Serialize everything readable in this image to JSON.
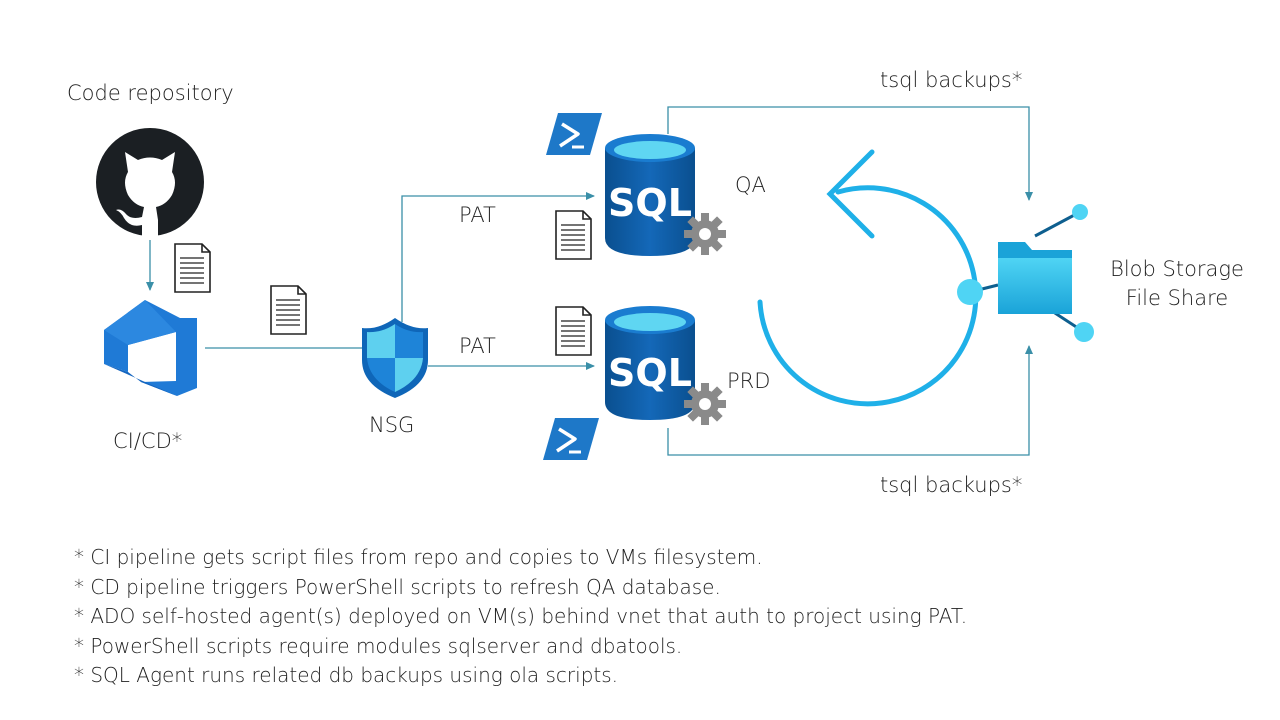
{
  "labels": {
    "code_repository": "Code repository",
    "cicd": "CI/CD*",
    "nsg": "NSG",
    "pat_qa": "PAT",
    "pat_prd": "PAT",
    "qa": "QA",
    "prd": "PRD",
    "sql_qa": "SQL",
    "sql_prd": "SQL",
    "tsql_top": "tsql backups*",
    "tsql_bottom": "tsql backups*",
    "blob_line1": "Blob Storage",
    "blob_line2": "File Share"
  },
  "notes": [
    "* CI pipeline gets script files from repo and copies to VMs filesystem.",
    "* CD pipeline triggers PowerShell scripts to refresh QA database.",
    "* ADO self-hosted agent(s) deployed on VM(s) behind vnet that auth to project using PAT.",
    "* PowerShell scripts require modules sqlserver and dbatools.",
    "* SQL Agent runs related db backups using ola scripts."
  ],
  "colors": {
    "connector": "#3a8fa8",
    "sql_dark": "#0b5a9e",
    "sql_light": "#1a7cd0",
    "powershell": "#1e78c8",
    "refresh_arrow": "#1fb0e8",
    "azure_devops": "#1f7ad6",
    "github": "#1b1f23"
  }
}
